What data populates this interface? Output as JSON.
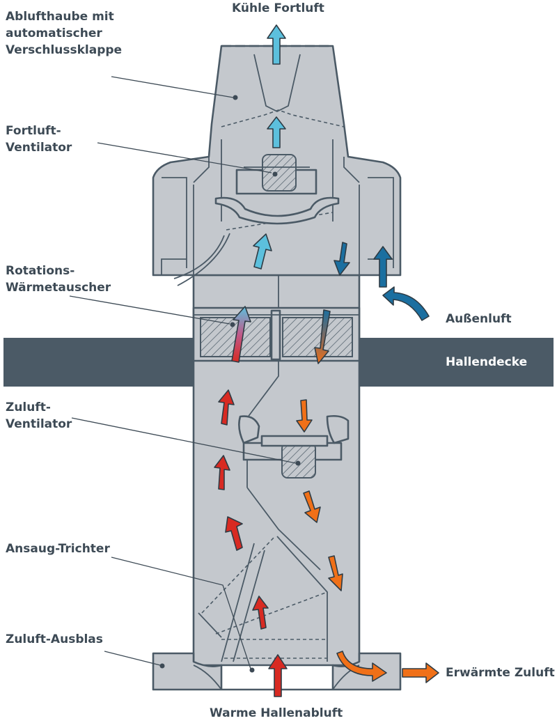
{
  "labels": {
    "exhaust_hood": [
      "Ablufthaube mit",
      "automatischer",
      "Verschlussklappe"
    ],
    "exhaust_fan": [
      "Fortluft-",
      "Ventilator"
    ],
    "rotary_exchanger": [
      "Rotations-",
      "Wärmetauscher"
    ],
    "supply_fan": [
      "Zuluft-",
      "Ventilator"
    ],
    "intake_funnel": "Ansaug-Trichter",
    "supply_outlet": "Zuluft-Ausblas",
    "cool_exhaust": "Kühle Fortluft",
    "outside_air": "Außenluft",
    "ceiling": "Hallendecke",
    "warm_supply": "Erwärmte Zuluft",
    "warm_hall_air": "Warme Hallenabluft"
  },
  "colors": {
    "outline": "#4b5a66",
    "body": "#c4c8cd",
    "ceiling": "#4b5a66",
    "cool": "#5cc0dd",
    "outside": "#1b6fa0",
    "warm_red": "#d82a22",
    "warm_orange": "#f07018"
  }
}
